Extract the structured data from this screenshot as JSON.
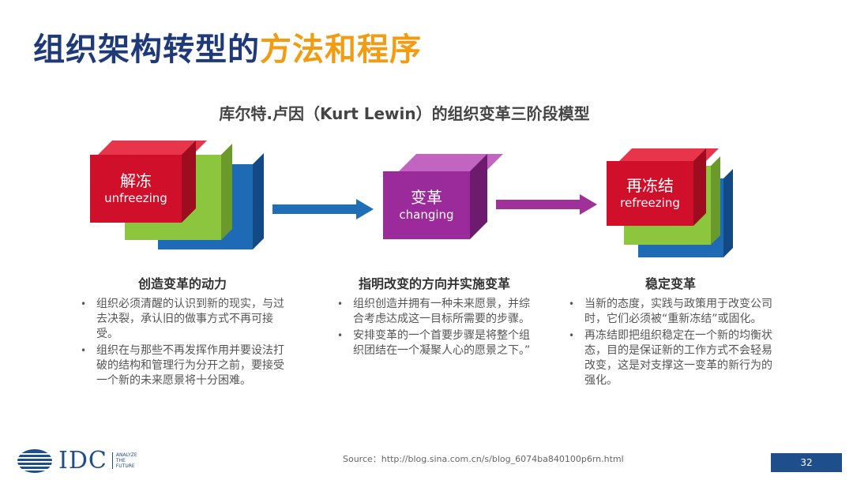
{
  "title": {
    "part1": "组织架构转型的",
    "part2": "方法和程序"
  },
  "subtitle": "库尔特.卢因（Kurt Lewin）的组织变革三阶段模型",
  "colors": {
    "red": "#d0102a",
    "green": "#8cc63f",
    "blue": "#1f6ab5",
    "purple": "#9b2a9b",
    "arrow_blue": "#1e6fb5",
    "arrow_purple": "#a0309a",
    "title_blue": "#1f3a78",
    "title_orange": "#f39c12"
  },
  "stages": [
    {
      "zh": "解冻",
      "en": "unfreezing",
      "heading": "创造变革的动力",
      "bullets": [
        "组织必须清醒的认识到新的现实，与过去决裂，承认旧的做事方式不再可接受。",
        "组织在与那些不再发挥作用并要设法打破的结构和管理行为分开之前，要接受一个新的未来愿景将十分困难。"
      ]
    },
    {
      "zh": "变革",
      "en": "changing",
      "heading": "指明改变的方向并实施变革",
      "bullets": [
        "组织创造并拥有一种未来愿景，并综合考虑达成这一目标所需要的步骤。",
        "安排变革的一个首要步骤是将整个组织团结在一个凝聚人心的愿景之下。”"
      ]
    },
    {
      "zh": "再冻结",
      "en": "refreezing",
      "heading": "稳定变革",
      "bullets": [
        "当新的态度，实践与政策用于改变公司时，它们必须被“重新冻结”或固化。",
        "再冻结即把组织稳定在一个新的均衡状态，目的是保证新的工作方式不会轻易改变，这是对支撑这一变革的新行为的强化。"
      ]
    }
  ],
  "footer": {
    "source": "Source：http://blog.sina.com.cn/s/blog_6074ba840100p6rn.html",
    "page": "32",
    "logo": "IDC",
    "logo_tag": [
      "ANALYZE",
      "THE",
      "FUTURE"
    ]
  }
}
